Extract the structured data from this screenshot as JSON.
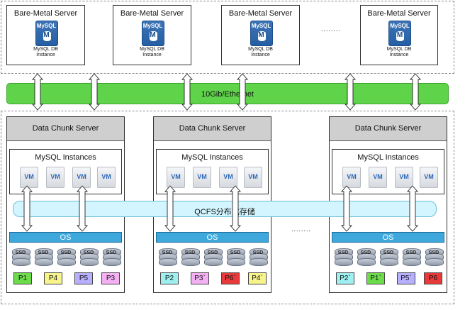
{
  "bare_metal": {
    "servers": [
      {
        "title": "Bare-Metal Server",
        "icon_title": "MySQL",
        "icon_letter": "M",
        "label_line1": "MySQL DB",
        "label_line2": "Instance"
      },
      {
        "title": "Bare-Metal Server",
        "icon_title": "MySQL",
        "icon_letter": "M",
        "label_line1": "MySQL DB",
        "label_line2": "Instance"
      },
      {
        "title": "Bare-Metal Server",
        "icon_title": "MySQL",
        "icon_letter": "M",
        "label_line1": "MySQL DB",
        "label_line2": "Instance"
      },
      {
        "title": "Bare-Metal Server",
        "icon_title": "MySQL",
        "icon_letter": "M",
        "label_line1": "MySQL DB",
        "label_line2": "Instance"
      }
    ],
    "ellipsis": "........"
  },
  "network": {
    "label": "10Gib/Ethernet",
    "color": "#5fd34a"
  },
  "storage_layer": {
    "label": "QCFS分布式存储",
    "color": "#d3f5ff"
  },
  "chunk_servers": [
    {
      "title": "Data Chunk Server",
      "instances_title": "MySQL Instances",
      "vm_labels": [
        "VM",
        "VM",
        "VM",
        "VM"
      ],
      "os_label": "OS",
      "ssd_labels": [
        "SSD",
        "SSD",
        "SSD",
        "SSD",
        "SSD"
      ],
      "partitions": [
        {
          "label": "P1",
          "color": "#6cdc4a"
        },
        {
          "label": "P4",
          "color": "#f7f48c"
        },
        {
          "label": "P5",
          "color": "#b7b0ff"
        },
        {
          "label": "P3",
          "color": "#f3b0f3"
        }
      ]
    },
    {
      "title": "Data Chunk Server",
      "instances_title": "MySQL Instances",
      "vm_labels": [
        "VM",
        "VM",
        "VM",
        "VM"
      ],
      "os_label": "OS",
      "ssd_labels": [
        "SSD",
        "SSD",
        "SSD",
        "SSD",
        "SSD"
      ],
      "partitions": [
        {
          "label": "P2",
          "color": "#9ef0f0"
        },
        {
          "label": "P3`",
          "color": "#f3b0f3"
        },
        {
          "label": "P6`",
          "color": "#e83a3a"
        },
        {
          "label": "P4`",
          "color": "#f7f48c"
        }
      ]
    },
    {
      "title": "Data Chunk Server",
      "instances_title": "MySQL Instances",
      "vm_labels": [
        "VM",
        "VM",
        "VM",
        "VM"
      ],
      "os_label": "OS",
      "ssd_labels": [
        "SSD",
        "SSD",
        "SSD",
        "SSD",
        "SSD"
      ],
      "partitions": [
        {
          "label": "P2`",
          "color": "#9ef0f0"
        },
        {
          "label": "P1`",
          "color": "#6cdc4a"
        },
        {
          "label": "P5`",
          "color": "#b7b0ff"
        },
        {
          "label": "P6",
          "color": "#e83a3a"
        }
      ]
    }
  ],
  "chunk_ellipsis": "........"
}
